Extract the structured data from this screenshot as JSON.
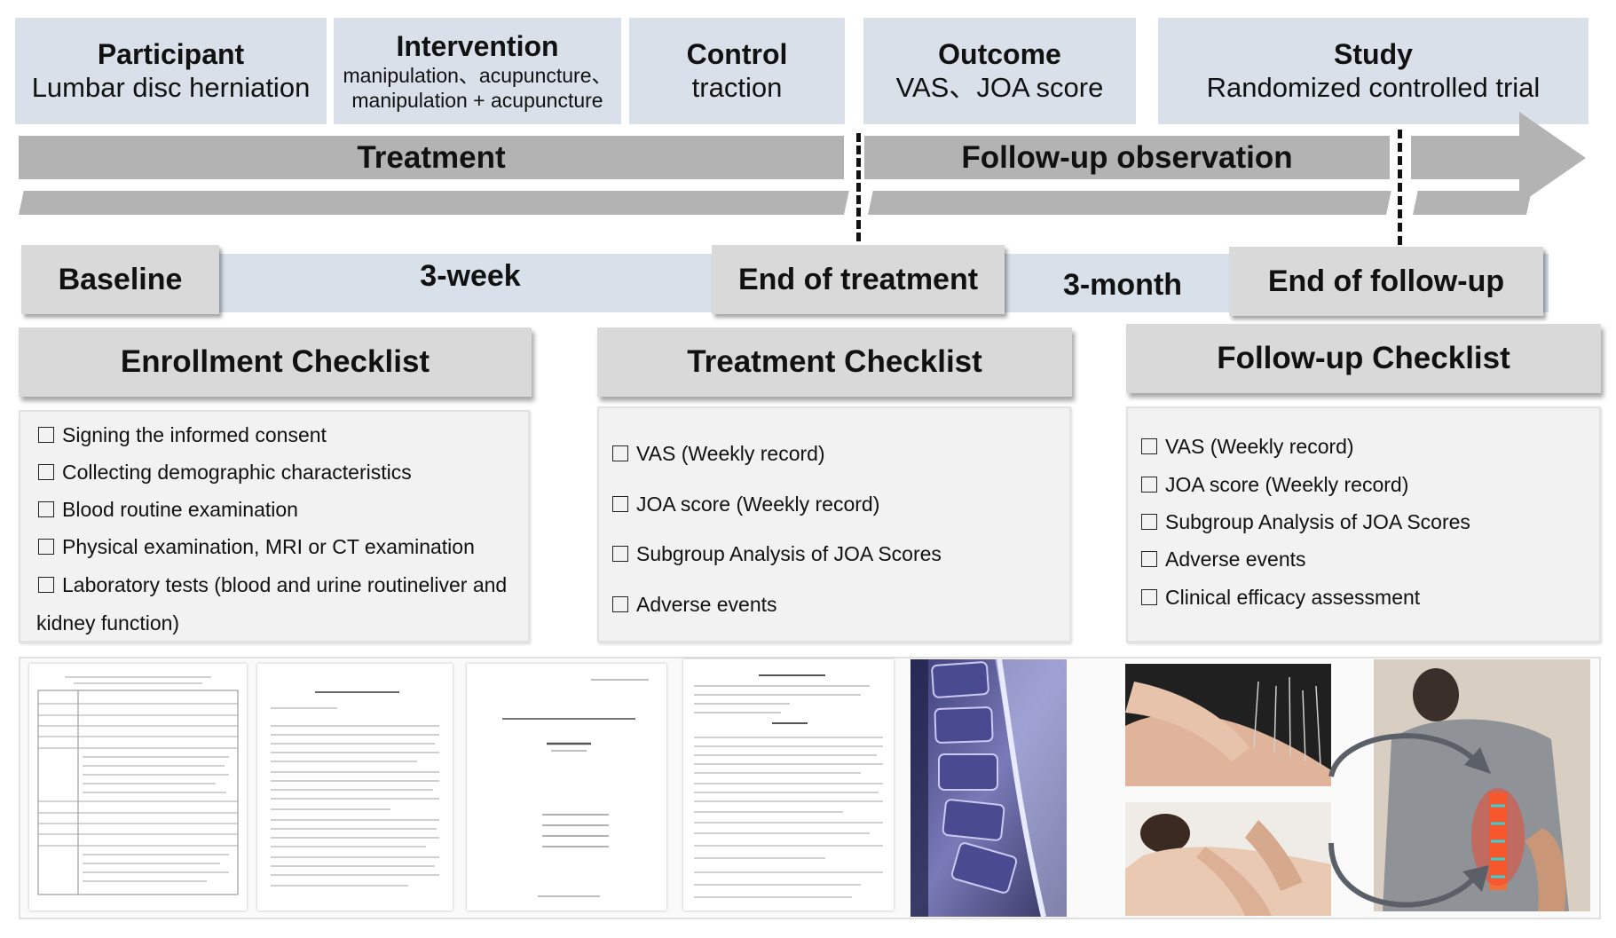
{
  "picos": {
    "participant": {
      "title": "Participant",
      "sub": "Lumbar disc herniation"
    },
    "intervention": {
      "title": "Intervention",
      "sub1": "manipulation、acupuncture、",
      "sub2": "manipulation + acupuncture"
    },
    "control": {
      "title": "Control",
      "sub": "traction"
    },
    "outcome": {
      "title": "Outcome",
      "sub": "VAS、JOA score"
    },
    "study": {
      "title": "Study",
      "sub": "Randomized controlled trial"
    }
  },
  "phases": {
    "treatment": "Treatment",
    "followup": "Follow-up observation"
  },
  "timeline": {
    "baseline": "Baseline",
    "span1": "3-week",
    "end_treatment": "End of treatment",
    "span2": "3-month",
    "end_followup": "End of follow-up"
  },
  "checklists": {
    "enrollment": {
      "title": "Enrollment Checklist",
      "items": [
        "Signing the informed consent",
        "Collecting demographic characteristics",
        "Blood routine examination",
        "Physical examination, MRI or CT examination",
        "Laboratory tests (blood and urine routineliver and",
        "kidney function)"
      ]
    },
    "treatment": {
      "title": "Treatment Checklist",
      "items": [
        "VAS (Weekly record)",
        "JOA score (Weekly record)",
        "Subgroup Analysis of JOA Scores",
        "Adverse events"
      ]
    },
    "followup": {
      "title": "Follow-up Checklist",
      "items": [
        "VAS (Weekly record)",
        "JOA score (Weekly record)",
        "Subgroup Analysis of JOA Scores",
        "Adverse events",
        "Clinical efficacy assessment"
      ]
    }
  },
  "colors": {
    "picos_bg": "#d9e0ea",
    "band_gray": "#b3b3b3",
    "timeline_box": "#d9d9d9",
    "checklist_body": "#f2f2f2"
  }
}
